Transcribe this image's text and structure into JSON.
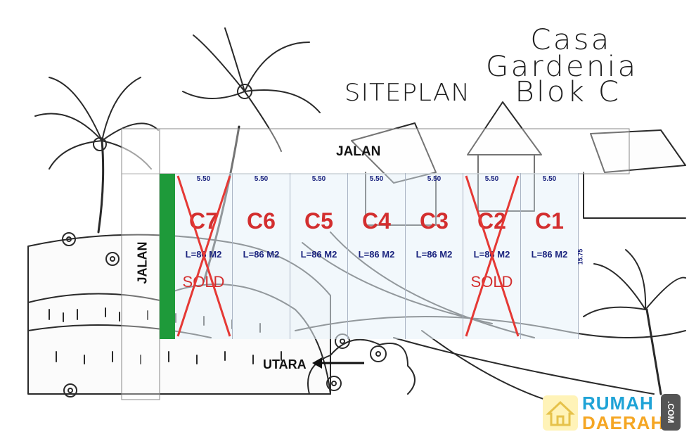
{
  "title": {
    "heading": "SITEPLAN",
    "brand_line1": "Casa",
    "brand_line2": "Gardenia",
    "brand_line3": "Blok C"
  },
  "roads": {
    "top": "JALAN",
    "left": "JALAN"
  },
  "north": {
    "label": "UTARA",
    "arrow": "left-arrow"
  },
  "lot_depth": "15.75",
  "plots": [
    {
      "code": "C7",
      "width": "5.50",
      "area": "L=86 M2",
      "status": "SOLD"
    },
    {
      "code": "C6",
      "width": "5.50",
      "area": "L=86 M2",
      "status": ""
    },
    {
      "code": "C5",
      "width": "5.50",
      "area": "L=86 M2",
      "status": ""
    },
    {
      "code": "C4",
      "width": "5.50",
      "area": "L=86 M2",
      "status": ""
    },
    {
      "code": "C3",
      "width": "5.50",
      "area": "L=86 M2",
      "status": ""
    },
    {
      "code": "C2",
      "width": "5.50",
      "area": "L=86 M2",
      "status": "SOLD"
    },
    {
      "code": "C1",
      "width": "5.50",
      "area": "L=86 M2",
      "status": ""
    }
  ],
  "watermark": {
    "word1": "RUMAH",
    "word2": "DAERAH",
    "suffix": ".COM",
    "icon": "house-icon"
  },
  "colors": {
    "plot_code": "#d32f2f",
    "dimension_text": "#1a237e",
    "green_buffer": "#1e9a3a",
    "sold_cross": "#e53935"
  }
}
